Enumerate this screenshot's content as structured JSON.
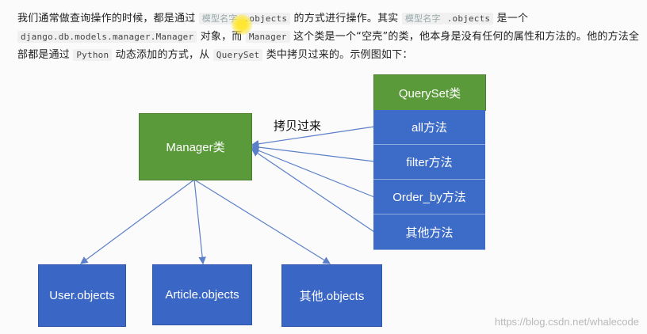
{
  "paragraph": {
    "p1": "我们通常做查询操作的时候，都是通过",
    "code1": "模型名字",
    "code1b": ".objects",
    "p2": "的方式进行操作。其实",
    "code2": "模型名字",
    "code2b": ".objects",
    "p3": "是一个",
    "code3": "django.db.models.manager.Manager",
    "p4": "对象，而",
    "code4": "Manager",
    "p5": "这个类是一个“空壳”的类，他本身是没有任何的属性和方法的。他的方法全部都是通过",
    "code5": "Python",
    "p6": "动态添加的方式，从",
    "code6": "QuerySet",
    "p7": "类中拷贝过来的。示例图如下："
  },
  "diagram": {
    "manager": "Manager类",
    "copy_label": "拷贝过来",
    "queryset": "QuerySet类",
    "methods": [
      "all方法",
      "filter方法",
      "Order_by方法",
      "其他方法"
    ],
    "objects": [
      "User.objects",
      "Article.objects",
      "其他.objects"
    ]
  },
  "watermark": "https://blog.csdn.net/whalecode",
  "colors": {
    "green": "#5b9a3a",
    "blue": "#3a66c5",
    "arrow": "#5b7fc9"
  }
}
